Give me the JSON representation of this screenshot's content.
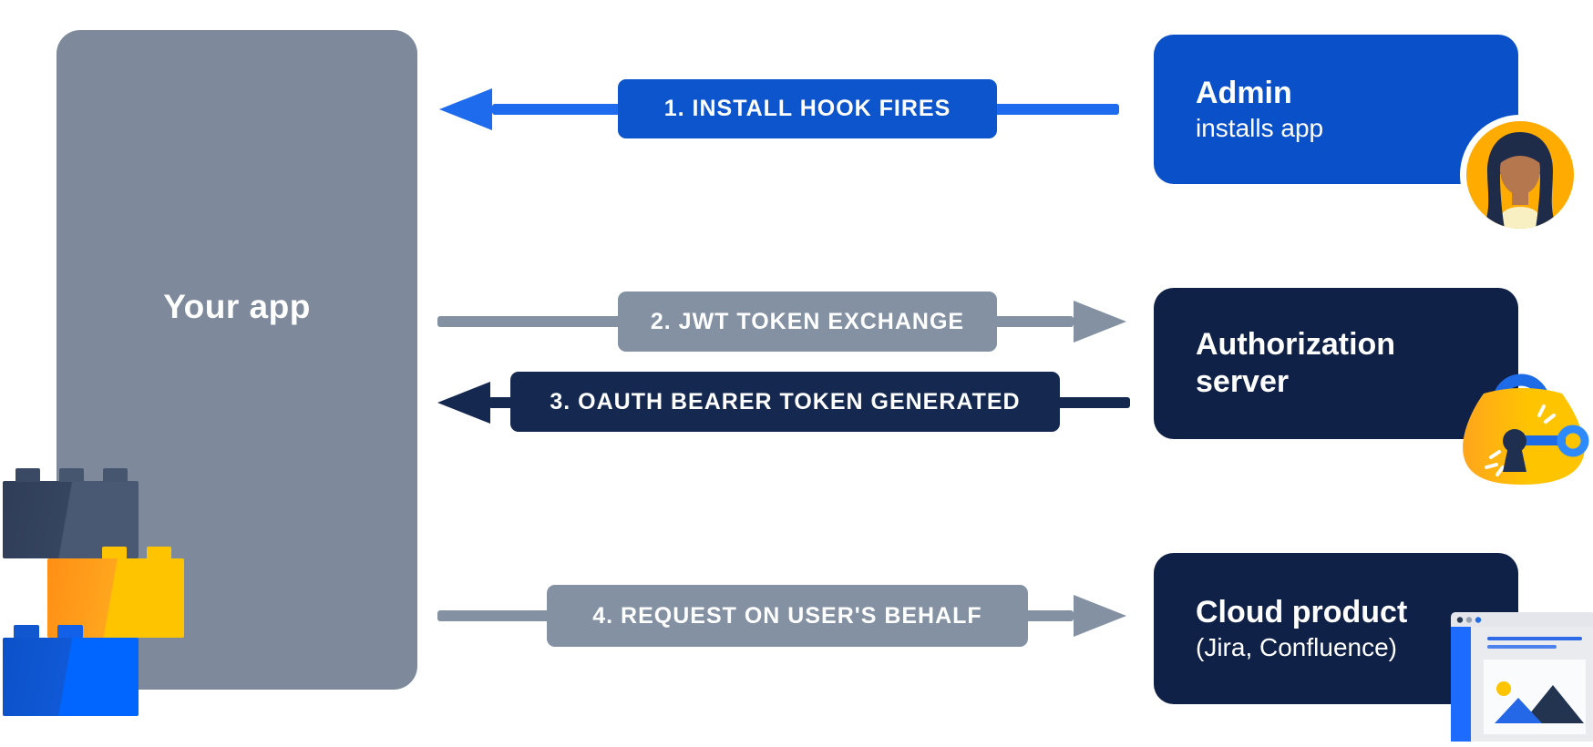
{
  "app": {
    "label": "Your app"
  },
  "steps": [
    {
      "label": "1. INSTALL HOOK FIRES",
      "direction": "left",
      "color": "#0D55CC"
    },
    {
      "label": "2. JWT TOKEN EXCHANGE",
      "direction": "right",
      "color": "#8391A3"
    },
    {
      "label": "3. OAUTH BEARER TOKEN GENERATED",
      "direction": "left",
      "color": "#142850"
    },
    {
      "label": "4. REQUEST ON USER'S BEHALF",
      "direction": "right",
      "color": "#8391A3"
    }
  ],
  "nodes": {
    "admin": {
      "title": "Admin",
      "subtitle": "installs app",
      "icon": "admin-avatar-icon",
      "color": "#0A50C8"
    },
    "auth": {
      "title_line1": "Authorization",
      "title_line2": "server",
      "icon": "lock-key-icon",
      "color": "#102147"
    },
    "cloud": {
      "title": "Cloud product",
      "subtitle": "(Jira, Confluence)",
      "icon": "browser-window-icon",
      "color": "#102147"
    }
  },
  "colors": {
    "bright_blue_arrow": "#1E6BEE",
    "gray_arrow": "#8391A3",
    "navy_arrow": "#142850",
    "app_box_gray": "#7E8A9B",
    "avatar_yellow": "#FFAB00",
    "lego_yellow": "#FFC400",
    "lego_orange": "#FF8F16",
    "lego_blue": "#0066FF",
    "lego_navy": "#2F3D58"
  }
}
